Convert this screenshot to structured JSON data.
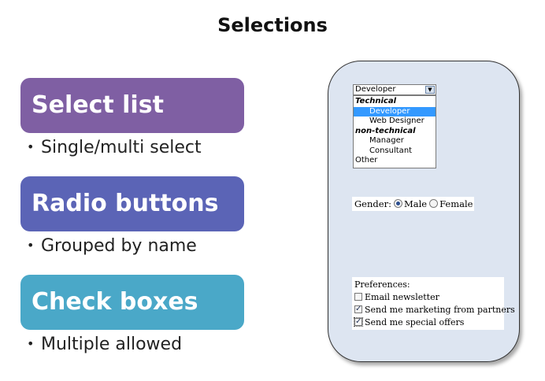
{
  "title": "Selections",
  "topics": [
    {
      "heading": "Select list",
      "bullet": "Single/multi select",
      "color": "#7f5fa3"
    },
    {
      "heading": "Radio buttons",
      "bullet": "Grouped by name",
      "color": "#5b64b6"
    },
    {
      "heading": "Check boxes",
      "bullet": "Multiple allowed",
      "color": "#4aa8c8"
    }
  ],
  "demo": {
    "select": {
      "value": "Developer",
      "options": [
        {
          "label": "Technical",
          "kind": "group"
        },
        {
          "label": "Developer",
          "kind": "option",
          "selected": true
        },
        {
          "label": "Web Designer",
          "kind": "option"
        },
        {
          "label": "non-technical",
          "kind": "group"
        },
        {
          "label": "Manager",
          "kind": "option"
        },
        {
          "label": "Consultant",
          "kind": "option"
        },
        {
          "label": "Other",
          "kind": "flat"
        }
      ]
    },
    "gender": {
      "label": "Gender:",
      "options": [
        {
          "label": "Male",
          "checked": true
        },
        {
          "label": "Female",
          "checked": false
        }
      ]
    },
    "preferences": {
      "label": "Preferences:",
      "options": [
        {
          "label": "Email newsletter",
          "checked": false
        },
        {
          "label": "Send me marketing from partners",
          "checked": true
        },
        {
          "label": "Send me special offers",
          "checked": true
        }
      ]
    }
  }
}
